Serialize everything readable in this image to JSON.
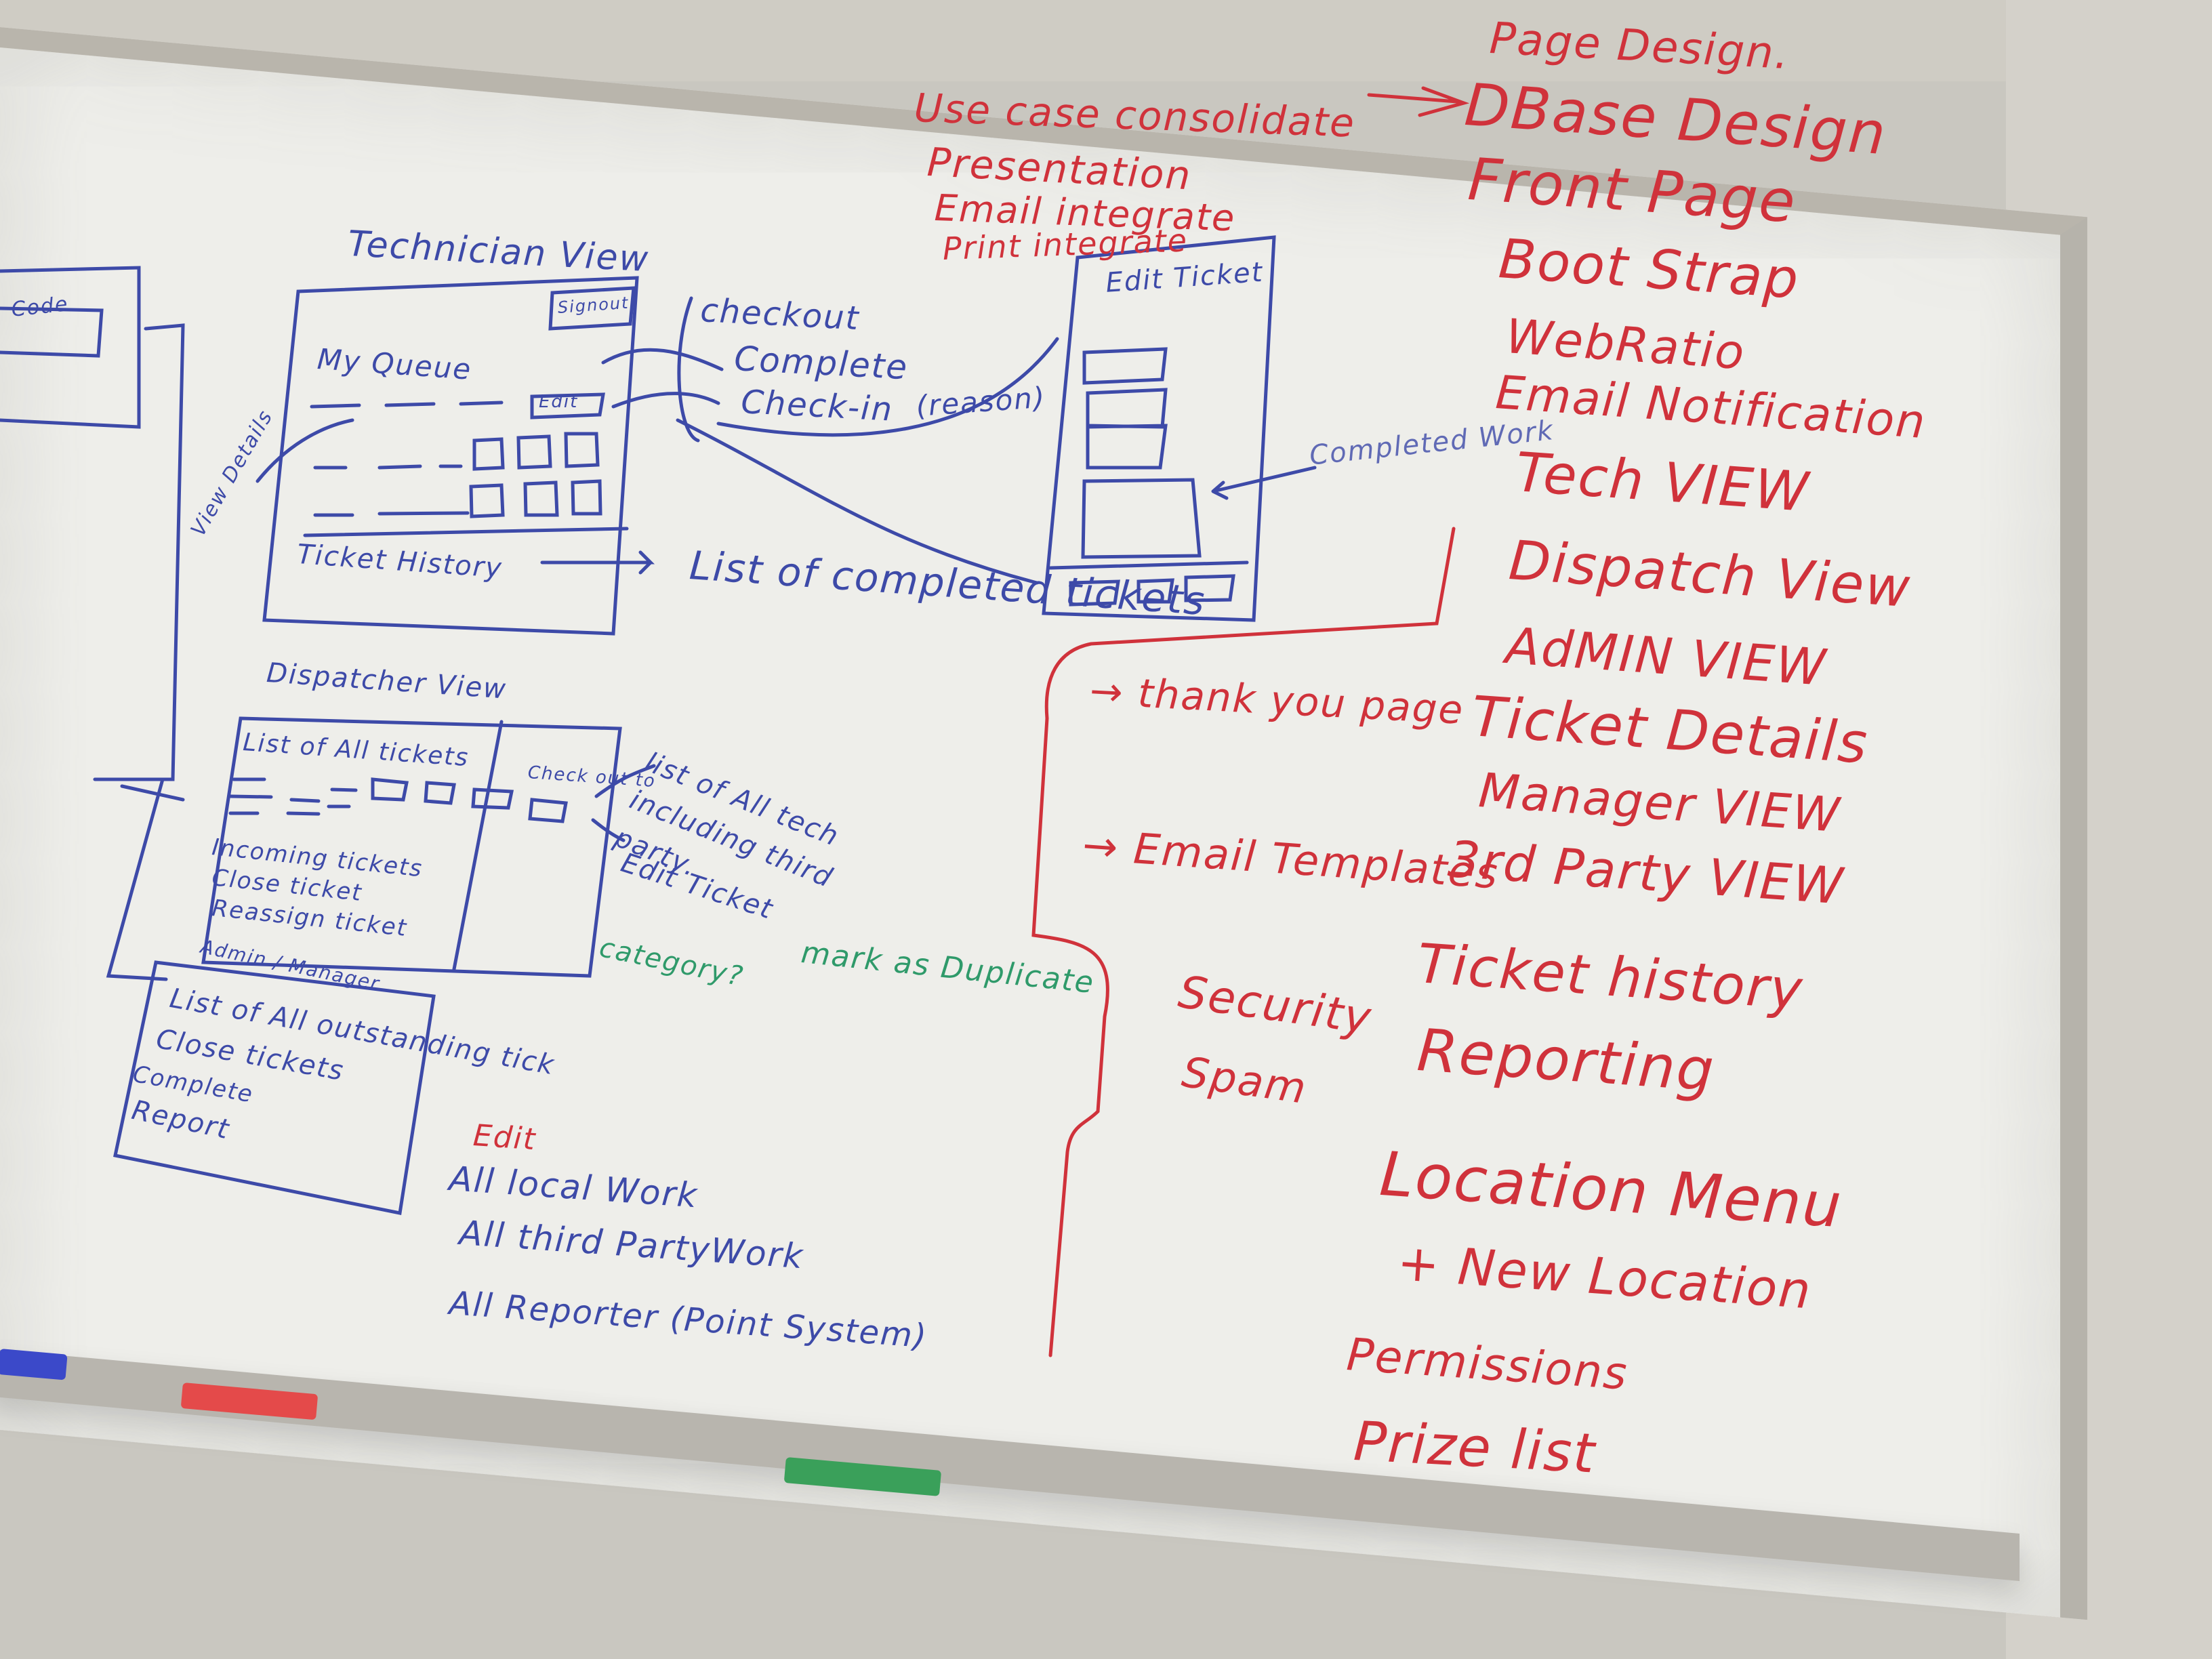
{
  "whiteboard": {
    "red_list": {
      "heading": "Page Design.",
      "items": [
        "DBase Design",
        "Front Page",
        "Boot Strap",
        "WebRatio",
        "Email Notification",
        "Tech VIEW",
        "Dispatch View",
        "AdMIN VIEW",
        "Ticket Details",
        "Manager VIEW",
        "3rd Party VIEW",
        "Ticket history",
        "Reporting",
        "Location Menu",
        "+ New Location",
        "Permissions",
        "Prize list"
      ]
    },
    "red_notes": {
      "use_case": "Use case consolidate",
      "presentation": "Presentation",
      "email_integrate": "Email integrate",
      "print_integrate": "Print integrate",
      "thank_you": "→ thank you page",
      "email_templates": "→ Email Templates",
      "security": "Security",
      "spam": "Spam",
      "edit": "Edit"
    },
    "technician": {
      "title": "Technician View",
      "signout": "Signout",
      "my_queue": "My Queue",
      "edit": "Edit",
      "view_details": "View Details",
      "ticket_history": "Ticket History",
      "checkout": "checkout",
      "complete": "Complete",
      "checkin": "Check-in",
      "reason": "(reason)",
      "list_completed": "List of completed tickets",
      "edit_ticket": "Edit Ticket",
      "completed_work": "Completed Work"
    },
    "dispatcher": {
      "title": "Dispatcher View",
      "list_all": "List of All tickets",
      "items": [
        "Incoming tickets",
        "Close ticket",
        "Reassign ticket"
      ],
      "check_out_to": "Check out to",
      "list_all_tech": "list of All tech including third party.",
      "edit_ticket": "Edit Ticket",
      "category": "category?",
      "mark_duplicate": "mark as Duplicate"
    },
    "admin": {
      "title": "Admin / Manager",
      "items": [
        "List of All outstanding tick",
        "Close tickets",
        "Complete",
        "Report"
      ],
      "all_local": "All local Work",
      "all_third": "All third PartyWork",
      "all_reporter": "All Reporter (Point System)"
    },
    "left_box": "Code",
    "colors": {
      "red": "#d0323b",
      "blue": "#3d4aa8",
      "green": "#2f9a6a",
      "board": "#eeeeea"
    }
  }
}
